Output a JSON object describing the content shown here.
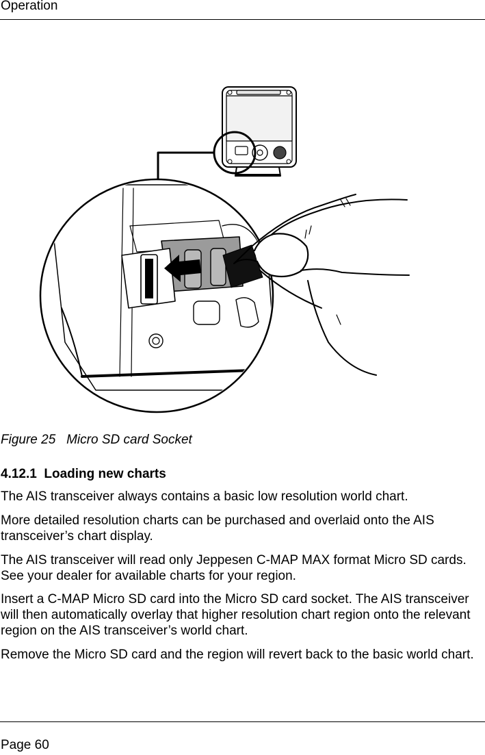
{
  "header": {
    "title": "Operation"
  },
  "figure": {
    "caption": "Figure 25   Micro SD card Socket"
  },
  "section": {
    "heading": "4.12.1  Loading new charts",
    "paragraphs": [
      "The AIS transceiver always contains a basic low resolution world chart.",
      "More detailed resolution charts can be purchased and overlaid onto the AIS transceiver’s chart display.",
      "The AIS transceiver will read only Jeppesen C-MAP MAX format Micro SD cards. See your dealer for available charts for your region.",
      "Insert a C-MAP Micro SD card into the Micro SD card socket. The AIS transceiver will then automatically overlay that higher resolution chart region onto the relevant region on the AIS transceiver’s world chart.",
      "Remove the Micro SD card and the region will revert back to the basic world chart."
    ]
  },
  "footer": {
    "page_label": "Page",
    "page_number": "60"
  }
}
